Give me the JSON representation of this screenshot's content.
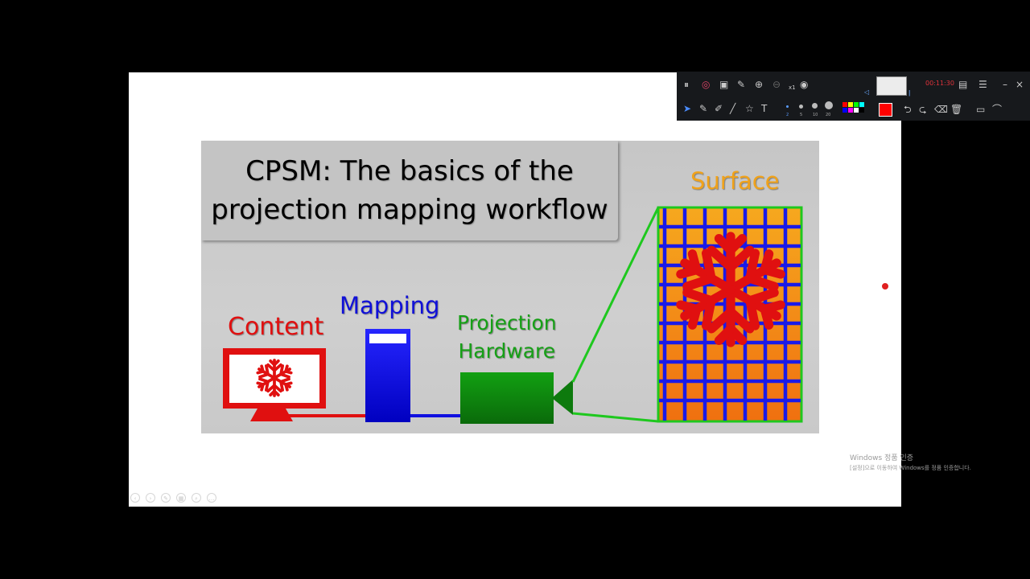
{
  "slide": {
    "title": "CPSM: The basics of the\nprojection mapping workflow",
    "labels": {
      "surface": "Surface",
      "content": "Content",
      "mapping": "Mapping",
      "projection_hardware": "Projection\nHardware"
    }
  },
  "toolbar": {
    "timer": "00:11:30",
    "speed": "x1",
    "pen_sizes": [
      "2",
      "5",
      "10",
      "20"
    ],
    "colors": [
      "#ff0000",
      "#ffff00",
      "#00ff00",
      "#00ffff",
      "#0000ff",
      "#ff00ff",
      "#ffffff",
      "#000000"
    ],
    "icons_row1": [
      "pause-icon",
      "stop-icon",
      "screenshot-icon",
      "pen-icon",
      "zoom-in-icon",
      "zoom-out-icon",
      "speed-icon",
      "hide-icon",
      "volume-icon",
      "microphone-icon",
      "webcam-icon",
      "menu-icon",
      "minimize-icon",
      "close-icon"
    ],
    "icons_row2": [
      "cursor-icon",
      "pencil-icon",
      "highlighter-icon",
      "line-icon",
      "star-icon",
      "text-icon",
      "undo-icon",
      "redo-icon",
      "eraser-icon",
      "trash-icon",
      "screen-icon",
      "whiteboard-icon"
    ]
  },
  "watermark": {
    "line1": "Windows 정품 인증",
    "line2": "[설정]으로 이동하여 Windows를 정품 인증합니다."
  }
}
